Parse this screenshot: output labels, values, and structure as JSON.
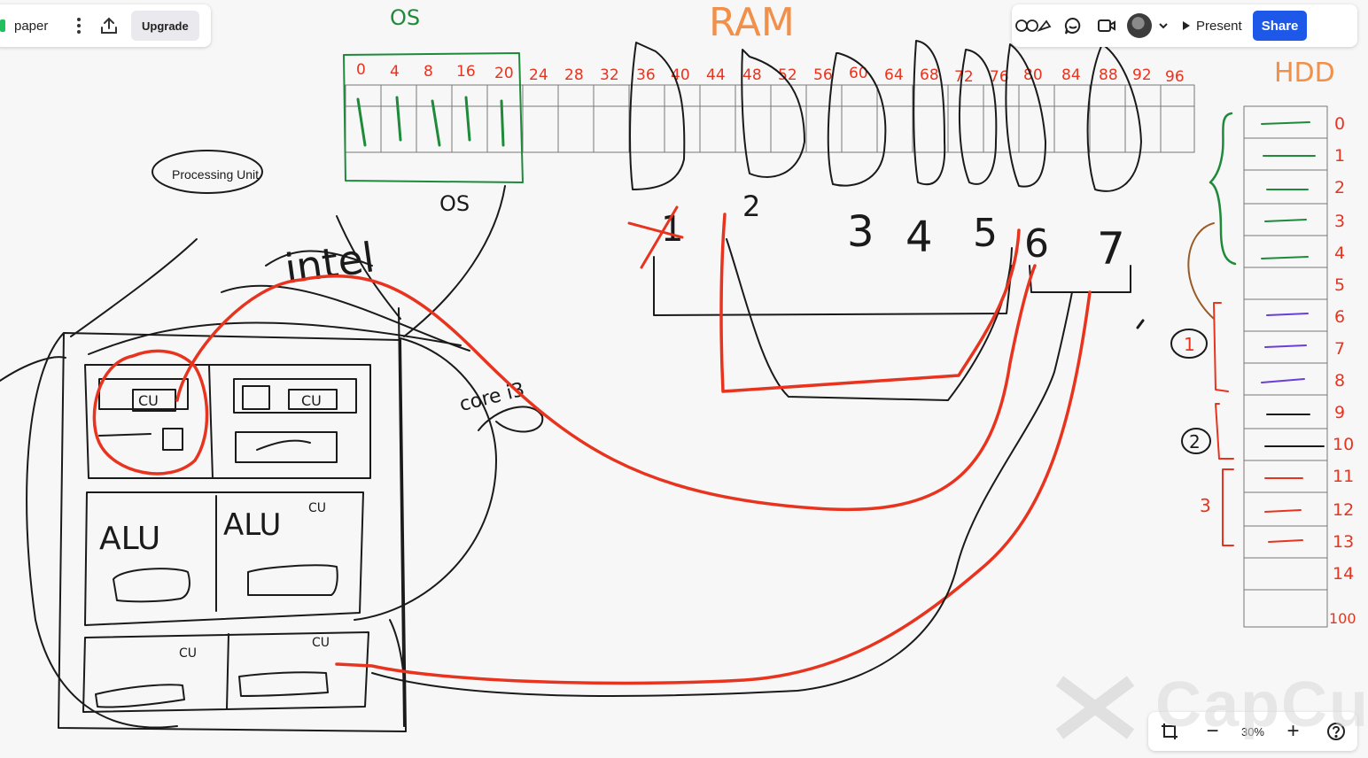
{
  "toolbar": {
    "board_name": "paper",
    "upgrade_label": "Upgrade",
    "present_label": "Present",
    "share_label": "Share",
    "brand_color": "#20c05c",
    "share_color": "#1e58e8"
  },
  "zoom": {
    "level": "30%"
  },
  "watermark": {
    "text": "CapCu"
  },
  "canvas": {
    "os_top_label": "OS",
    "os_bottom_label": "OS",
    "ram_label": "RAM",
    "hdd_label": "HDD",
    "processing_unit_label": "Processing Unit",
    "intel_label": "intel",
    "core_label": "core i3",
    "ram_addresses": [
      "0",
      "4",
      "8",
      "16",
      "20",
      "24",
      "28",
      "32",
      "36",
      "40",
      "44",
      "48",
      "52",
      "56",
      "60",
      "64",
      "68",
      "72",
      "76",
      "80",
      "84",
      "88",
      "92",
      "96"
    ],
    "process_numbers": [
      "1",
      "2",
      "3",
      "4",
      "5",
      "6",
      "7"
    ],
    "hdd_indices": [
      "0",
      "1",
      "2",
      "3",
      "4",
      "5",
      "6",
      "7",
      "8",
      "9",
      "10",
      "11",
      "12",
      "13",
      "14",
      "100"
    ],
    "group_labels": [
      "1",
      "2",
      "3"
    ],
    "cpu_labels": [
      "CU",
      "CU",
      "ALU",
      "ALU",
      "CU",
      "CU",
      "CU"
    ]
  },
  "colors": {
    "ink": "#1a1a1a",
    "red": "#e8341f",
    "green": "#1e8a3a",
    "orange": "#f0904a",
    "purple": "#6a3fd6",
    "brown": "#9a5a26"
  }
}
